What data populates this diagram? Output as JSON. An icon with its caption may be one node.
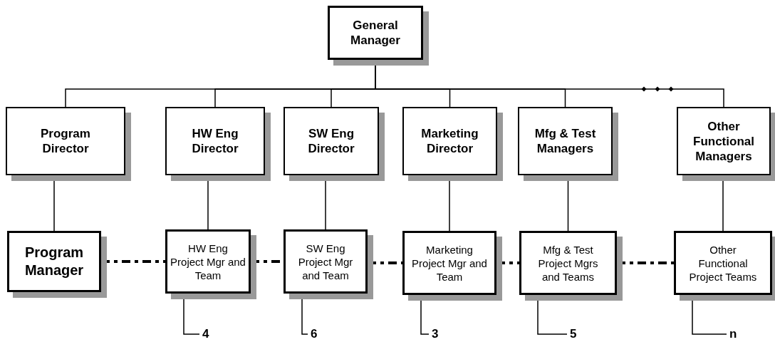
{
  "diagram": {
    "nodes": [
      {
        "text": [
          "General Manager"
        ]
      },
      {
        "text": [
          "Program Director"
        ]
      },
      {
        "text": [
          "HW Eng Director"
        ]
      },
      {
        "text": [
          "SW Eng Director"
        ]
      },
      {
        "text": [
          "Marketing Director"
        ]
      },
      {
        "text": [
          "Mfg & Test Managers"
        ]
      },
      {
        "text": [
          "Other Functional Managers"
        ]
      },
      {
        "text": [
          "Program Manager"
        ]
      },
      {
        "text": [
          "HW Eng Project Mgr and Team"
        ]
      },
      {
        "text": [
          "SW Eng Project Mgr and Team"
        ]
      },
      {
        "text": [
          "Marketing Project Mgr and Team"
        ]
      },
      {
        "text": [
          "Mfg & Test Project Mgrs and Teams"
        ]
      },
      {
        "text": [
          "Other Functional Project Teams"
        ]
      },
      {
        "text": [
          "4"
        ]
      },
      {
        "text": [
          "6"
        ]
      },
      {
        "text": [
          "3"
        ]
      },
      {
        "text": [
          "5"
        ]
      },
      {
        "text": [
          "n"
        ]
      }
    ],
    "edges": [
      {
        "from": 0,
        "to": 1,
        "arrow": "none"
      },
      {
        "from": 0,
        "to": 2,
        "arrow": "none"
      },
      {
        "from": 0,
        "to": 3,
        "arrow": "none"
      },
      {
        "from": 0,
        "to": 4,
        "arrow": "none"
      },
      {
        "from": 0,
        "to": 5,
        "arrow": "none"
      },
      {
        "from": 0,
        "to": 6,
        "arrow": "none"
      },
      {
        "from": 1,
        "to": 7,
        "arrow": "none"
      },
      {
        "from": 2,
        "to": 8,
        "arrow": "none"
      },
      {
        "from": 3,
        "to": 9,
        "arrow": "none"
      },
      {
        "from": 4,
        "to": 10,
        "arrow": "none"
      },
      {
        "from": 5,
        "to": 11,
        "arrow": "none"
      },
      {
        "from": 6,
        "to": 12,
        "arrow": "none"
      },
      {
        "from": 7,
        "to": 8,
        "arrow": "none",
        "style": "dashed"
      },
      {
        "from": 8,
        "to": 9,
        "arrow": "none",
        "style": "dashed"
      },
      {
        "from": 9,
        "to": 10,
        "arrow": "none",
        "style": "dashed"
      },
      {
        "from": 10,
        "to": 11,
        "arrow": "none",
        "style": "dashed"
      },
      {
        "from": 11,
        "to": 12,
        "arrow": "none",
        "style": "dashed"
      },
      {
        "from": 13,
        "to": 8,
        "arrow": "none"
      },
      {
        "from": 14,
        "to": 9,
        "arrow": "none"
      },
      {
        "from": 15,
        "to": 10,
        "arrow": "none"
      },
      {
        "from": 16,
        "to": 11,
        "arrow": "none"
      },
      {
        "from": 17,
        "to": 12,
        "arrow": "none"
      }
    ]
  }
}
